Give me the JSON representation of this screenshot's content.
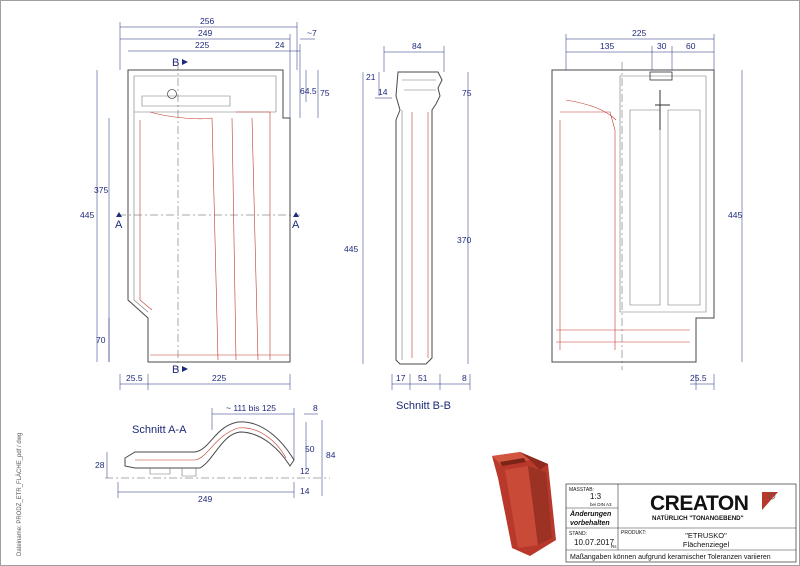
{
  "drawing": {
    "front_view": {
      "dims_top": [
        "256",
        "249",
        "225",
        "24",
        "~7"
      ],
      "dims_right": [
        "64.5",
        "75"
      ],
      "dims_left": [
        "375",
        "445",
        "70"
      ],
      "dims_bottom": [
        "25.5",
        "225"
      ],
      "section_mark_top": "B",
      "section_mark_bottom": "B",
      "section_mark_left": "A",
      "section_mark_right": "A"
    },
    "section_bb": {
      "label": "Schnitt B-B",
      "dims_top": [
        "84"
      ],
      "dims_left": [
        "21",
        "14",
        "445"
      ],
      "dims_right": [
        "75",
        "370"
      ],
      "dims_bottom": [
        "17",
        "51",
        "8"
      ]
    },
    "back_view": {
      "dims_top": [
        "225",
        "135",
        "30",
        "60"
      ],
      "dims_right": [
        "445"
      ],
      "dims_bottom": [
        "25.5"
      ]
    },
    "section_aa": {
      "label": "Schnitt A-A",
      "dim_top": "~ 111 bis 125",
      "dims_right": [
        "8",
        "50",
        "84",
        "12",
        "14"
      ],
      "dims_left": [
        "28"
      ],
      "dims_bottom": [
        "249"
      ]
    }
  },
  "side_text": "Dateiname: PRODZ_ETR_FLÄCHE_pdf / dwg",
  "title_block": {
    "massstab_label": "MASSTAB:",
    "massstab_value": "1:3",
    "massstab_note": "bei DIN A3",
    "aenderungen_line1": "Änderungen",
    "aenderungen_line2": "vorbehalten",
    "stand_label": "STAND:",
    "stand_value": "10.07.2017",
    "stand_suffix": "Rs",
    "produkt_label": "PRODUKT:",
    "produkt_name": "\"ETRUSKO\"",
    "produkt_type": "Flächenziegel",
    "brand": "CREATON",
    "brand_tagline": "NATÜRLICH \"TONANGEBEND\"",
    "disclaimer": "Maßangaben können aufgrund keramischer Toleranzen variieren"
  },
  "colors": {
    "dimension": "#1f2a7a",
    "outline": "#4a4a4a",
    "hidden_red": "#c0392b",
    "tile_red": "#b8392b"
  }
}
